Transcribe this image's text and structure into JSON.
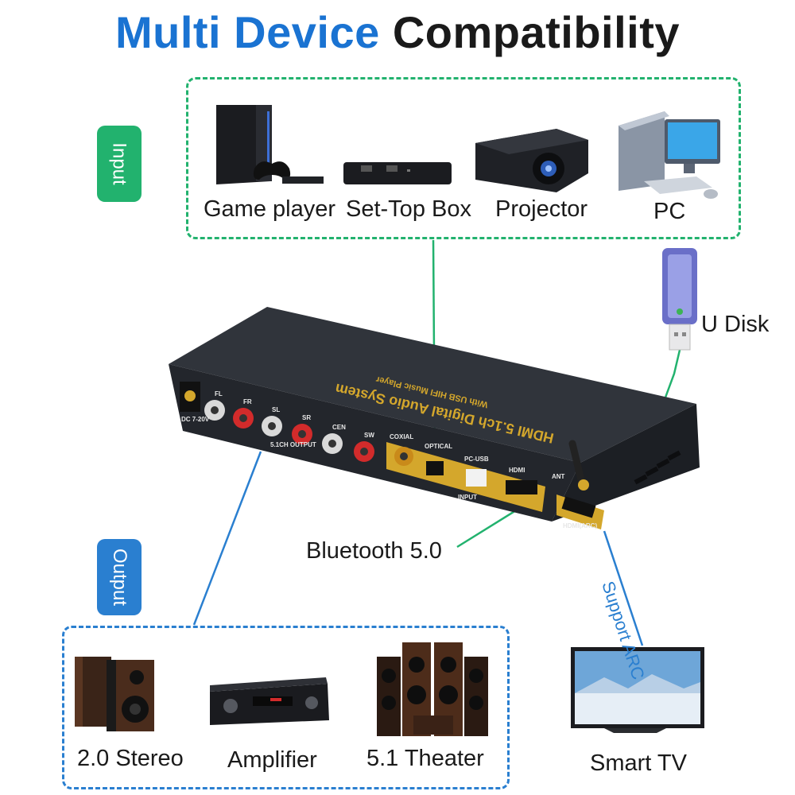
{
  "title": {
    "part1": "Multi Device",
    "part2": "Compatibility"
  },
  "tags": {
    "input": "Input",
    "output": "Output"
  },
  "inputs": [
    "Game player",
    "Set-Top Box",
    "Projector",
    "PC"
  ],
  "usb": "U Disk",
  "bluetooth": "Bluetooth 5.0",
  "arc": "Support ARC",
  "outputs": [
    "2.0 Stereo",
    "Amplifier",
    "5.1 Theater"
  ],
  "tv": "Smart TV",
  "device": {
    "name": "HDMI 5.1ch Digital Audio System",
    "subtitle": "With USB HIFI Music Player",
    "dc": "DC 7-20V",
    "rca": [
      "FL",
      "FR",
      "SL",
      "SR",
      "CEN",
      "SW"
    ],
    "rca_group": "5.1CH OUTPUT",
    "ports": [
      "COXIAL",
      "OPTICAL",
      "PC-USB",
      "HDMI"
    ],
    "input_group": "INPUT",
    "ant": "ANT",
    "arc_port": "HDMI(ARC)"
  },
  "colors": {
    "blue": "#1a73d2",
    "green": "#22b26e",
    "dark": "#1a1a1a",
    "device": "#2b2f36",
    "gold": "#d4a72c"
  }
}
